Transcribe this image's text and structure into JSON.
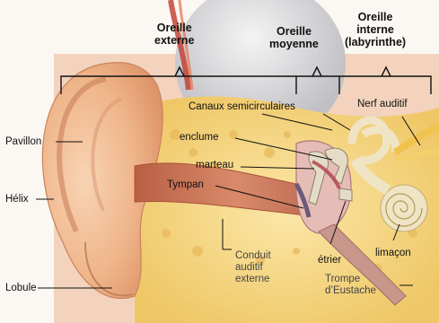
{
  "sections": {
    "outer": [
      "Oreille",
      "externe"
    ],
    "middle": [
      "Oreille",
      "moyenne"
    ],
    "inner": [
      "Oreille",
      "interne",
      "(labyrinthe)"
    ]
  },
  "labels": {
    "pavillon": "Pavillon",
    "helix": "Hélix",
    "lobule": "Lobule",
    "canaux": "Canaux semicirculaires",
    "nerf": "Nerf auditif",
    "enclume": "enclume",
    "marteau": "marteau",
    "tympan": "Tympan",
    "conduit": [
      "Conduit",
      "auditif",
      "externe"
    ],
    "etrier": "étrier",
    "limacon": "limaçon",
    "trompe": [
      "Trompe",
      "d’Eustache"
    ]
  },
  "colors": {
    "skin": "#f2b98e",
    "skin_dark": "#d7875a",
    "canal": "#c96a4a",
    "bone": "#f7dd8a",
    "cavity": "#e8c6c0",
    "line": "#111111"
  }
}
